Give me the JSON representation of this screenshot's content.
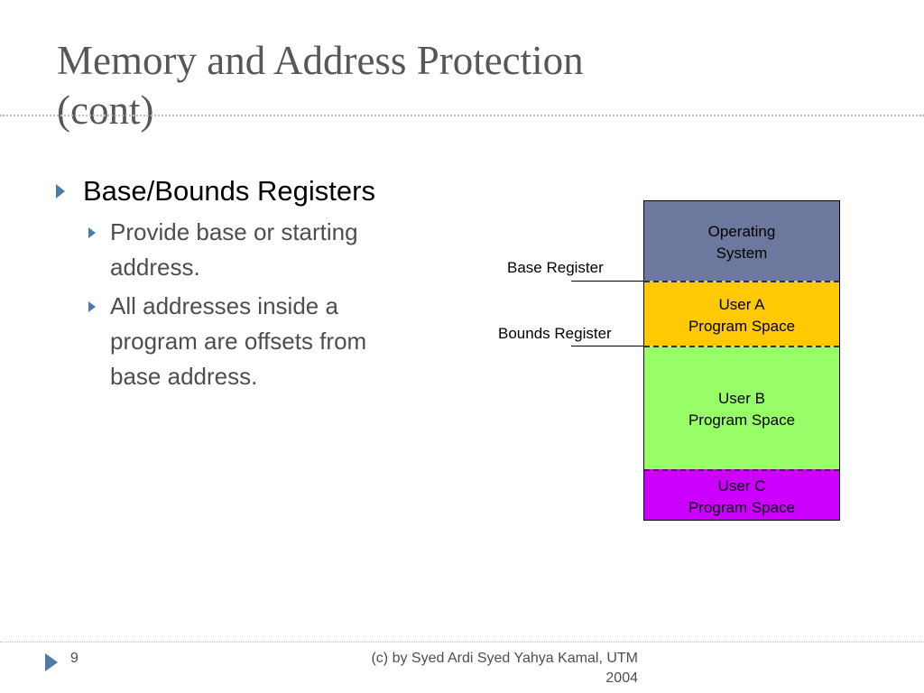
{
  "slide": {
    "title_line1": "Memory and Address Protection",
    "title_line2": "(cont)"
  },
  "bullets": {
    "main": "Base/Bounds Registers",
    "sub": [
      {
        "line1": "Provide base or starting",
        "line2": "address."
      },
      {
        "line1": "All addresses inside a",
        "line2": "program are offsets from",
        "line3": "base address."
      }
    ]
  },
  "diagram": {
    "segments": [
      {
        "line1": "Operating",
        "line2": "System",
        "color": "#6c789e"
      },
      {
        "line1": "User A",
        "line2": "Program Space",
        "color": "#ffc903"
      },
      {
        "line1": "User B",
        "line2": "Program Space",
        "color": "#98fe67"
      },
      {
        "line1": "User C",
        "line2": "Program Space",
        "color": "#cc00ff"
      }
    ],
    "base_register_label": "Base Register",
    "bounds_register_label": "Bounds Register"
  },
  "footer": {
    "page_number": "9",
    "credit_line1": "(c) by Syed Ardi Syed Yahya Kamal, UTM",
    "credit_line2": "2004"
  },
  "theme": {
    "accent": "#4e7ba6",
    "title_color": "#56575a"
  }
}
